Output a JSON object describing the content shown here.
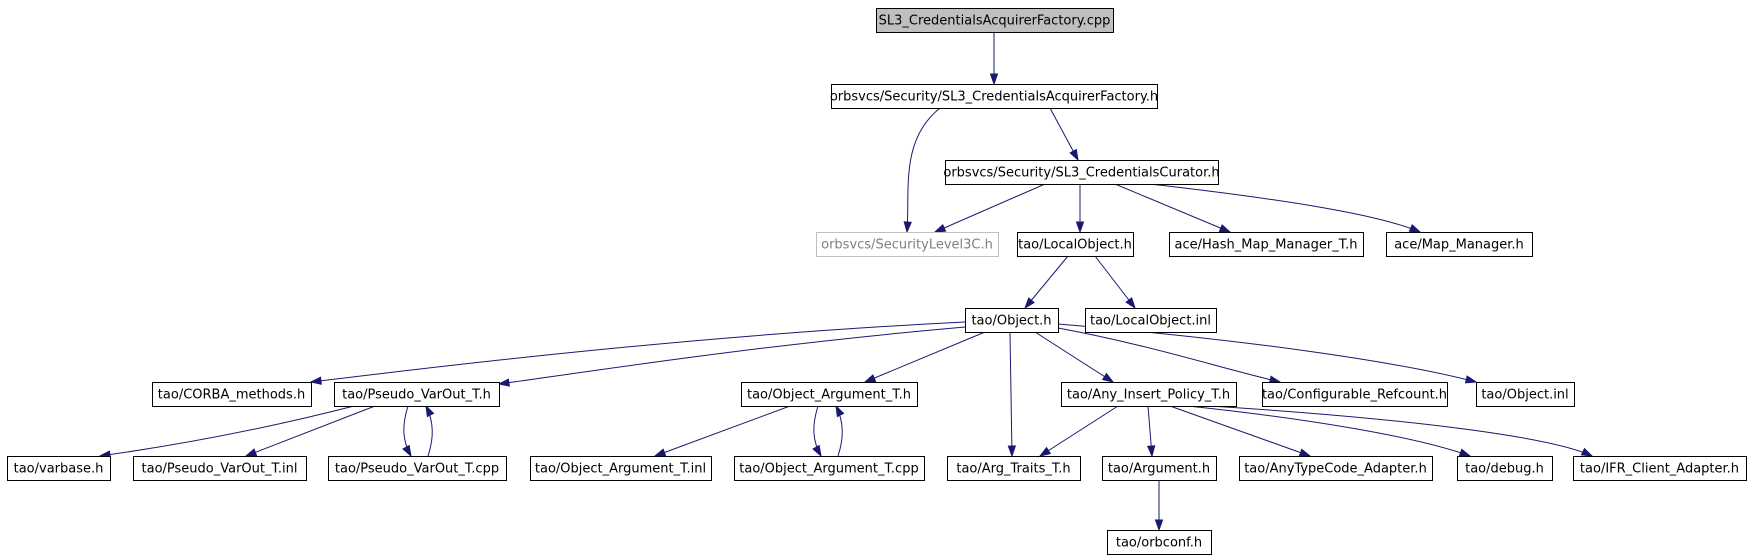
{
  "graph": {
    "nodes": [
      {
        "id": "root",
        "label": "SL3_CredentialsAcquirerFactory.cpp",
        "style": "root"
      },
      {
        "id": "factory_h",
        "label": "orbsvcs/Security/SL3_CredentialsAcquirerFactory.h",
        "style": "normal"
      },
      {
        "id": "curator_h",
        "label": "orbsvcs/Security/SL3_CredentialsCurator.h",
        "style": "normal"
      },
      {
        "id": "seclevel3c",
        "label": "orbsvcs/SecurityLevel3C.h",
        "style": "missing"
      },
      {
        "id": "localobject_h",
        "label": "tao/LocalObject.h",
        "style": "normal"
      },
      {
        "id": "hashmap",
        "label": "ace/Hash_Map_Manager_T.h",
        "style": "normal"
      },
      {
        "id": "mapmgr",
        "label": "ace/Map_Manager.h",
        "style": "normal"
      },
      {
        "id": "object_h",
        "label": "tao/Object.h",
        "style": "normal"
      },
      {
        "id": "localobject_inl",
        "label": "tao/LocalObject.inl",
        "style": "normal"
      },
      {
        "id": "corba_methods",
        "label": "tao/CORBA_methods.h",
        "style": "normal"
      },
      {
        "id": "pseudo_h",
        "label": "tao/Pseudo_VarOut_T.h",
        "style": "normal"
      },
      {
        "id": "objarg_h",
        "label": "tao/Object_Argument_T.h",
        "style": "normal"
      },
      {
        "id": "anyins_h",
        "label": "tao/Any_Insert_Policy_T.h",
        "style": "normal"
      },
      {
        "id": "configref",
        "label": "tao/Configurable_Refcount.h",
        "style": "normal"
      },
      {
        "id": "object_inl",
        "label": "tao/Object.inl",
        "style": "normal"
      },
      {
        "id": "varbase",
        "label": "tao/varbase.h",
        "style": "normal"
      },
      {
        "id": "pseudo_inl",
        "label": "tao/Pseudo_VarOut_T.inl",
        "style": "normal"
      },
      {
        "id": "pseudo_cpp",
        "label": "tao/Pseudo_VarOut_T.cpp",
        "style": "normal"
      },
      {
        "id": "objarg_inl",
        "label": "tao/Object_Argument_T.inl",
        "style": "normal"
      },
      {
        "id": "objarg_cpp",
        "label": "tao/Object_Argument_T.cpp",
        "style": "normal"
      },
      {
        "id": "argtraits",
        "label": "tao/Arg_Traits_T.h",
        "style": "normal"
      },
      {
        "id": "argument_h",
        "label": "tao/Argument.h",
        "style": "normal"
      },
      {
        "id": "anytc",
        "label": "tao/AnyTypeCode_Adapter.h",
        "style": "normal"
      },
      {
        "id": "debug_h",
        "label": "tao/debug.h",
        "style": "normal"
      },
      {
        "id": "ifr",
        "label": "tao/IFR_Client_Adapter.h",
        "style": "normal"
      },
      {
        "id": "orbconf",
        "label": "tao/orbconf.h",
        "style": "normal"
      }
    ],
    "edges": [
      {
        "from": "root",
        "to": "factory_h"
      },
      {
        "from": "factory_h",
        "to": "seclevel3c"
      },
      {
        "from": "factory_h",
        "to": "curator_h"
      },
      {
        "from": "curator_h",
        "to": "seclevel3c"
      },
      {
        "from": "curator_h",
        "to": "localobject_h"
      },
      {
        "from": "curator_h",
        "to": "hashmap"
      },
      {
        "from": "curator_h",
        "to": "mapmgr"
      },
      {
        "from": "localobject_h",
        "to": "object_h"
      },
      {
        "from": "localobject_h",
        "to": "localobject_inl"
      },
      {
        "from": "object_h",
        "to": "corba_methods"
      },
      {
        "from": "object_h",
        "to": "pseudo_h"
      },
      {
        "from": "object_h",
        "to": "objarg_h"
      },
      {
        "from": "object_h",
        "to": "argtraits"
      },
      {
        "from": "object_h",
        "to": "anyins_h"
      },
      {
        "from": "object_h",
        "to": "configref"
      },
      {
        "from": "object_h",
        "to": "object_inl"
      },
      {
        "from": "pseudo_h",
        "to": "varbase"
      },
      {
        "from": "pseudo_h",
        "to": "pseudo_inl"
      },
      {
        "from": "pseudo_h",
        "to": "pseudo_cpp"
      },
      {
        "from": "pseudo_cpp",
        "to": "pseudo_h"
      },
      {
        "from": "objarg_h",
        "to": "objarg_inl"
      },
      {
        "from": "objarg_h",
        "to": "objarg_cpp"
      },
      {
        "from": "objarg_cpp",
        "to": "objarg_h"
      },
      {
        "from": "anyins_h",
        "to": "argtraits"
      },
      {
        "from": "anyins_h",
        "to": "argument_h"
      },
      {
        "from": "anyins_h",
        "to": "anytc"
      },
      {
        "from": "anyins_h",
        "to": "debug_h"
      },
      {
        "from": "anyins_h",
        "to": "ifr"
      },
      {
        "from": "argument_h",
        "to": "orbconf"
      }
    ]
  }
}
